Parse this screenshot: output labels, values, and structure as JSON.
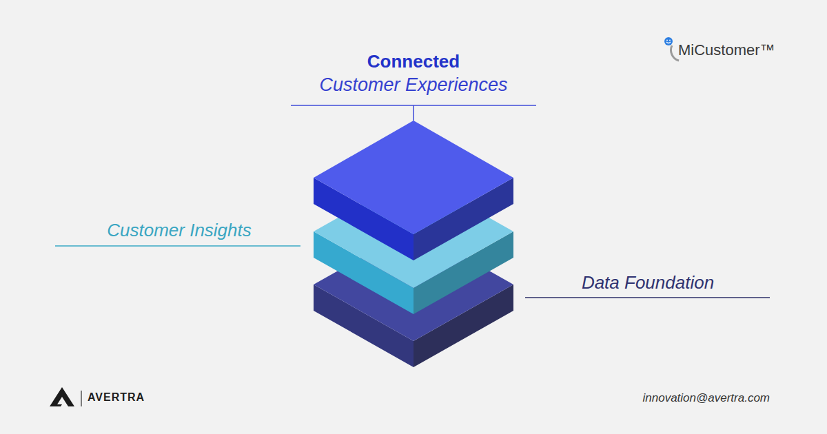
{
  "diagram": {
    "labels": [
      "Connected",
      "Customer Experiences",
      "Customer Insights",
      "Data Foundation",
      "MiCustomer™",
      "AVERTRA",
      "innovation@avertra.com"
    ]
  }
}
